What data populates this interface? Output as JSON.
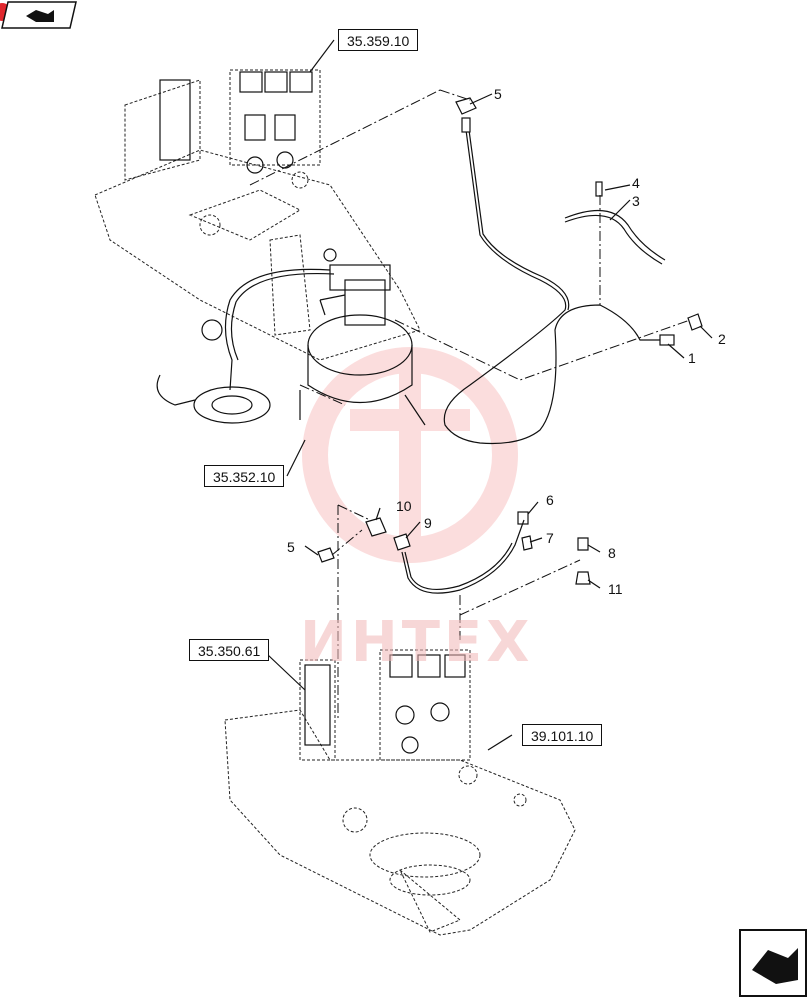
{
  "references": [
    {
      "id": "ref-35-359-10",
      "label": "35.359.10"
    },
    {
      "id": "ref-35-352-10",
      "label": "35.352.10"
    },
    {
      "id": "ref-35-350-61",
      "label": "35.350.61"
    },
    {
      "id": "ref-39-101-10",
      "label": "39.101.10"
    }
  ],
  "callouts": [
    {
      "num": "1"
    },
    {
      "num": "2"
    },
    {
      "num": "3"
    },
    {
      "num": "4"
    },
    {
      "num": "5"
    },
    {
      "num": "5"
    },
    {
      "num": "6"
    },
    {
      "num": "7"
    },
    {
      "num": "8"
    },
    {
      "num": "9"
    },
    {
      "num": "10"
    },
    {
      "num": "11"
    }
  ],
  "watermark": {
    "text": "ИНТЕХ",
    "color": "#f2b7b7"
  },
  "colors": {
    "line": "#111111",
    "accent_red": "#e0282e",
    "logo_red": "#f4c3c3"
  },
  "icons": {
    "top_left": "back-arrow-icon",
    "bottom_right": "next-page-arrow-icon"
  }
}
